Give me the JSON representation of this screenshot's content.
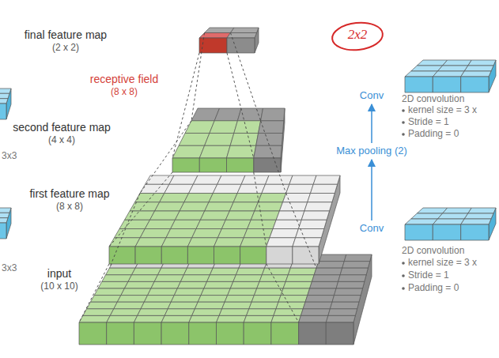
{
  "diagram": {
    "nodes": [
      {
        "text": [
          "Conv"
        ]
      },
      {
        "text": [
          "Max pooling (2)"
        ]
      },
      {
        "text": [
          "Conv"
        ]
      }
    ],
    "edges": [
      {
        "from": 2,
        "to": 1,
        "arrow": "to"
      },
      {
        "from": 1,
        "to": 0,
        "arrow": "to"
      }
    ],
    "labels": [
      "final feature map",
      "(2 x 2)",
      "2x2",
      "receptive field",
      "(8 x 8)",
      "second feature map",
      "(4 x 4)",
      "3x3",
      "2D convolution",
      "kernel size = 3 x",
      "Stride = 1",
      "Padding = 0",
      "first feature map",
      "(8 x 8)",
      "3x3",
      "input",
      "(10 x 10)",
      "2D convolution",
      "kernel size = 3 x",
      "Stride = 1",
      "Padding = 0"
    ]
  }
}
